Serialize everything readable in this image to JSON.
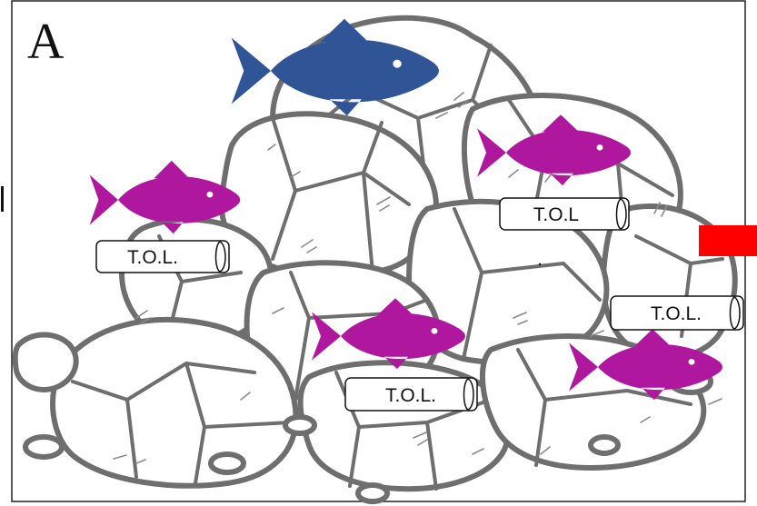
{
  "panel": {
    "letter": "A",
    "frame_color": "#222222"
  },
  "rock_pile": {
    "stroke_color": "#6e6e6e",
    "icon": "rock-pile-illustration"
  },
  "fish": [
    {
      "id": "fish-blue",
      "color": "#2f5597",
      "icon": "fish-icon"
    },
    {
      "id": "fish-magenta-left",
      "color": "#b0179f",
      "icon": "fish-icon"
    },
    {
      "id": "fish-magenta-upper-right",
      "color": "#b0179f",
      "icon": "fish-icon"
    },
    {
      "id": "fish-magenta-center",
      "color": "#b0179f",
      "icon": "fish-icon"
    },
    {
      "id": "fish-magenta-lower-right",
      "color": "#b0179f",
      "icon": "fish-icon"
    }
  ],
  "tags": [
    {
      "label": "T.O.L."
    },
    {
      "label": "T.O.L"
    },
    {
      "label": "T.O.L."
    },
    {
      "label": "T.O.L."
    }
  ],
  "extra_mark": ".",
  "marker": {
    "color": "#ff0000",
    "icon": "red-rectangle-marker"
  }
}
